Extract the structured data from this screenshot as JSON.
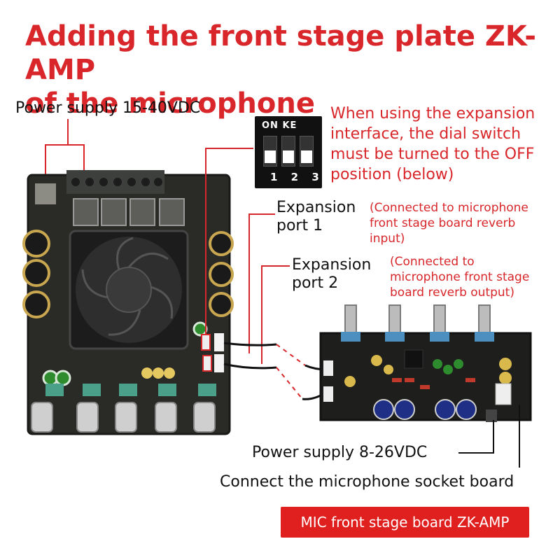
{
  "title": {
    "line1": "Adding the front stage plate ZK-AMP",
    "line2": "of the microphone"
  },
  "power_main": "Power supply 15-40VDC",
  "dip_switch": {
    "header": "ON KE",
    "numbers": "1 2 3"
  },
  "expansion_note": {
    "lines": [
      "When using the expansion",
      "interface, the dial switch",
      "must be turned to the OFF",
      "position (below)"
    ]
  },
  "port1": {
    "label_l1": "Expansion",
    "label_l2": "port 1",
    "note_l1": "(Connected to microphone",
    "note_l2": "front stage board reverb",
    "note_l3": "input)"
  },
  "port2": {
    "label_l1": "Expansion",
    "label_l2": "port 2",
    "note_l1": "(Connected to",
    "note_l2": "microphone front stage",
    "note_l3": "board reverb output)"
  },
  "power_small": "Power supply 8-26VDC",
  "mic_socket": "Connect the microphone socket board",
  "badge": "MIC front stage board ZK-AMP",
  "colors": {
    "accent_red": "#d8262a",
    "badge_red": "#e0201f",
    "pcb": "#2a2a26"
  }
}
